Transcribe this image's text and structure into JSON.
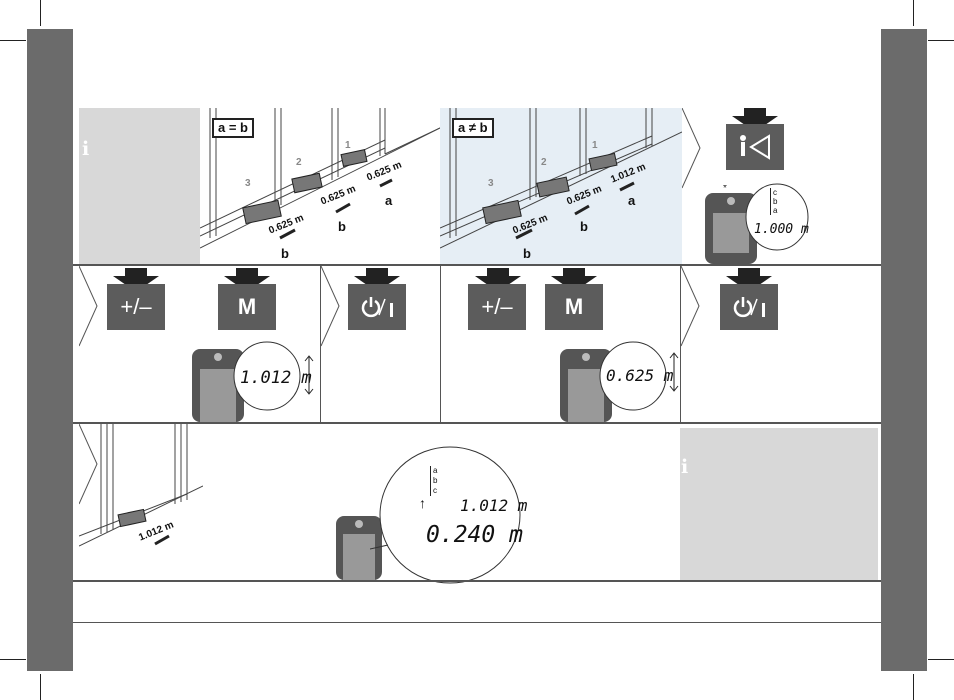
{
  "info_icon": "i",
  "panel1": {
    "tag": "a = b",
    "measure": "0.625 m",
    "label_a": "a",
    "label_b": "b",
    "num1": "1",
    "num2": "2",
    "num3": "3"
  },
  "panel2": {
    "tag": "a ≠ b",
    "measure_a": "1.012 m",
    "measure_b": "0.625 m",
    "label_a": "a",
    "label_b": "b",
    "num1": "1",
    "num2": "2",
    "num3": "3"
  },
  "panel3": {
    "display": "1.000 m",
    "indicators": [
      "a",
      "b",
      "c"
    ]
  },
  "row2": {
    "plus_minus": "+/–",
    "memory": "M",
    "display_left": "1.012 m",
    "display_right": "0.625 m"
  },
  "row3": {
    "wall_measure": "1.012 m",
    "display_top": "1.012 m",
    "display_main": "0.240 m",
    "indicators": [
      "a",
      "b",
      "c"
    ]
  }
}
